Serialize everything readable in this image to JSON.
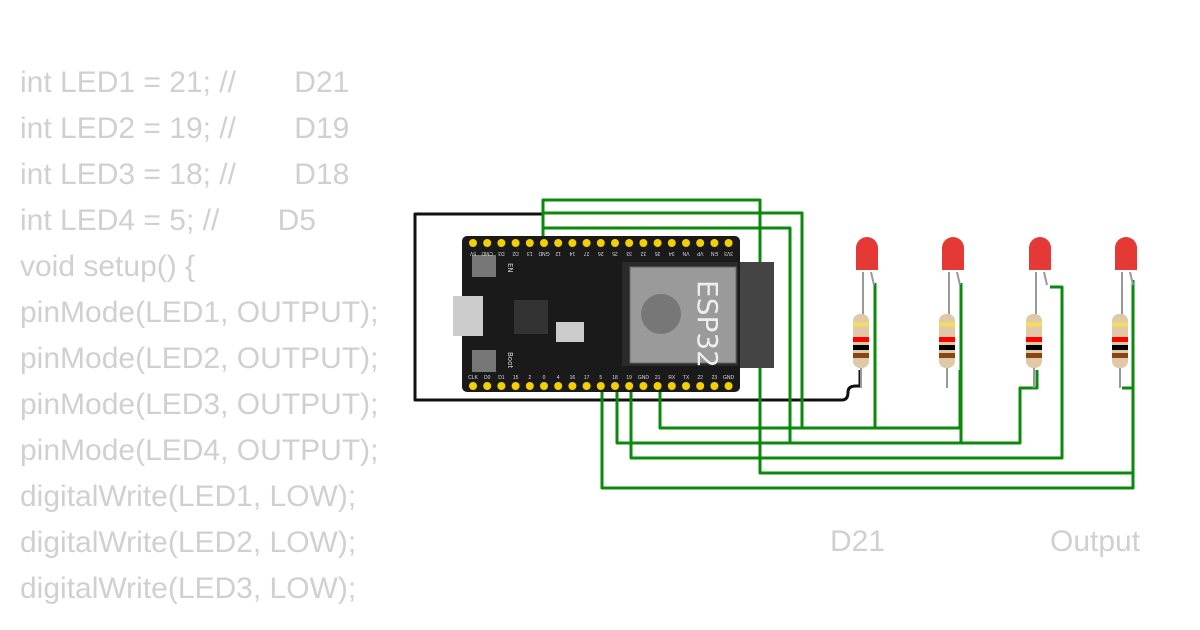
{
  "code_lines": [
    "int LED1 = 21; //       D21",
    "int LED2 = 19; //       D19",
    "int LED3 = 18; //       D18",
    "int LED4 = 5; //       D5",
    "void setup() {",
    "pinMode(LED1, OUTPUT);",
    "pinMode(LED2, OUTPUT);",
    "pinMode(LED3, OUTPUT);",
    "pinMode(LED4, OUTPUT);",
    "digitalWrite(LED1, LOW);",
    "digitalWrite(LED2, LOW);",
    "digitalWrite(LED3, LOW);"
  ],
  "labels": {
    "d21": "D21",
    "output": "Output"
  },
  "board": {
    "chip": "ESP32",
    "top_pins": [
      "5V",
      "CMD",
      "D3",
      "D2",
      "13",
      "GND",
      "12",
      "14",
      "27",
      "26",
      "25",
      "33",
      "32",
      "35",
      "34",
      "VN",
      "VP",
      "EN",
      "3V3"
    ],
    "bottom_pins": [
      "CLK",
      "D0",
      "D1",
      "15",
      "2",
      "0",
      "4",
      "16",
      "17",
      "5",
      "18",
      "19",
      "GND",
      "21",
      "RX",
      "TX",
      "22",
      "23",
      "GND"
    ],
    "en": "EN",
    "boot": "Boot"
  },
  "colors": {
    "wire_green": "#0a8a0a",
    "wire_black": "#111111",
    "led": "#e53935"
  }
}
